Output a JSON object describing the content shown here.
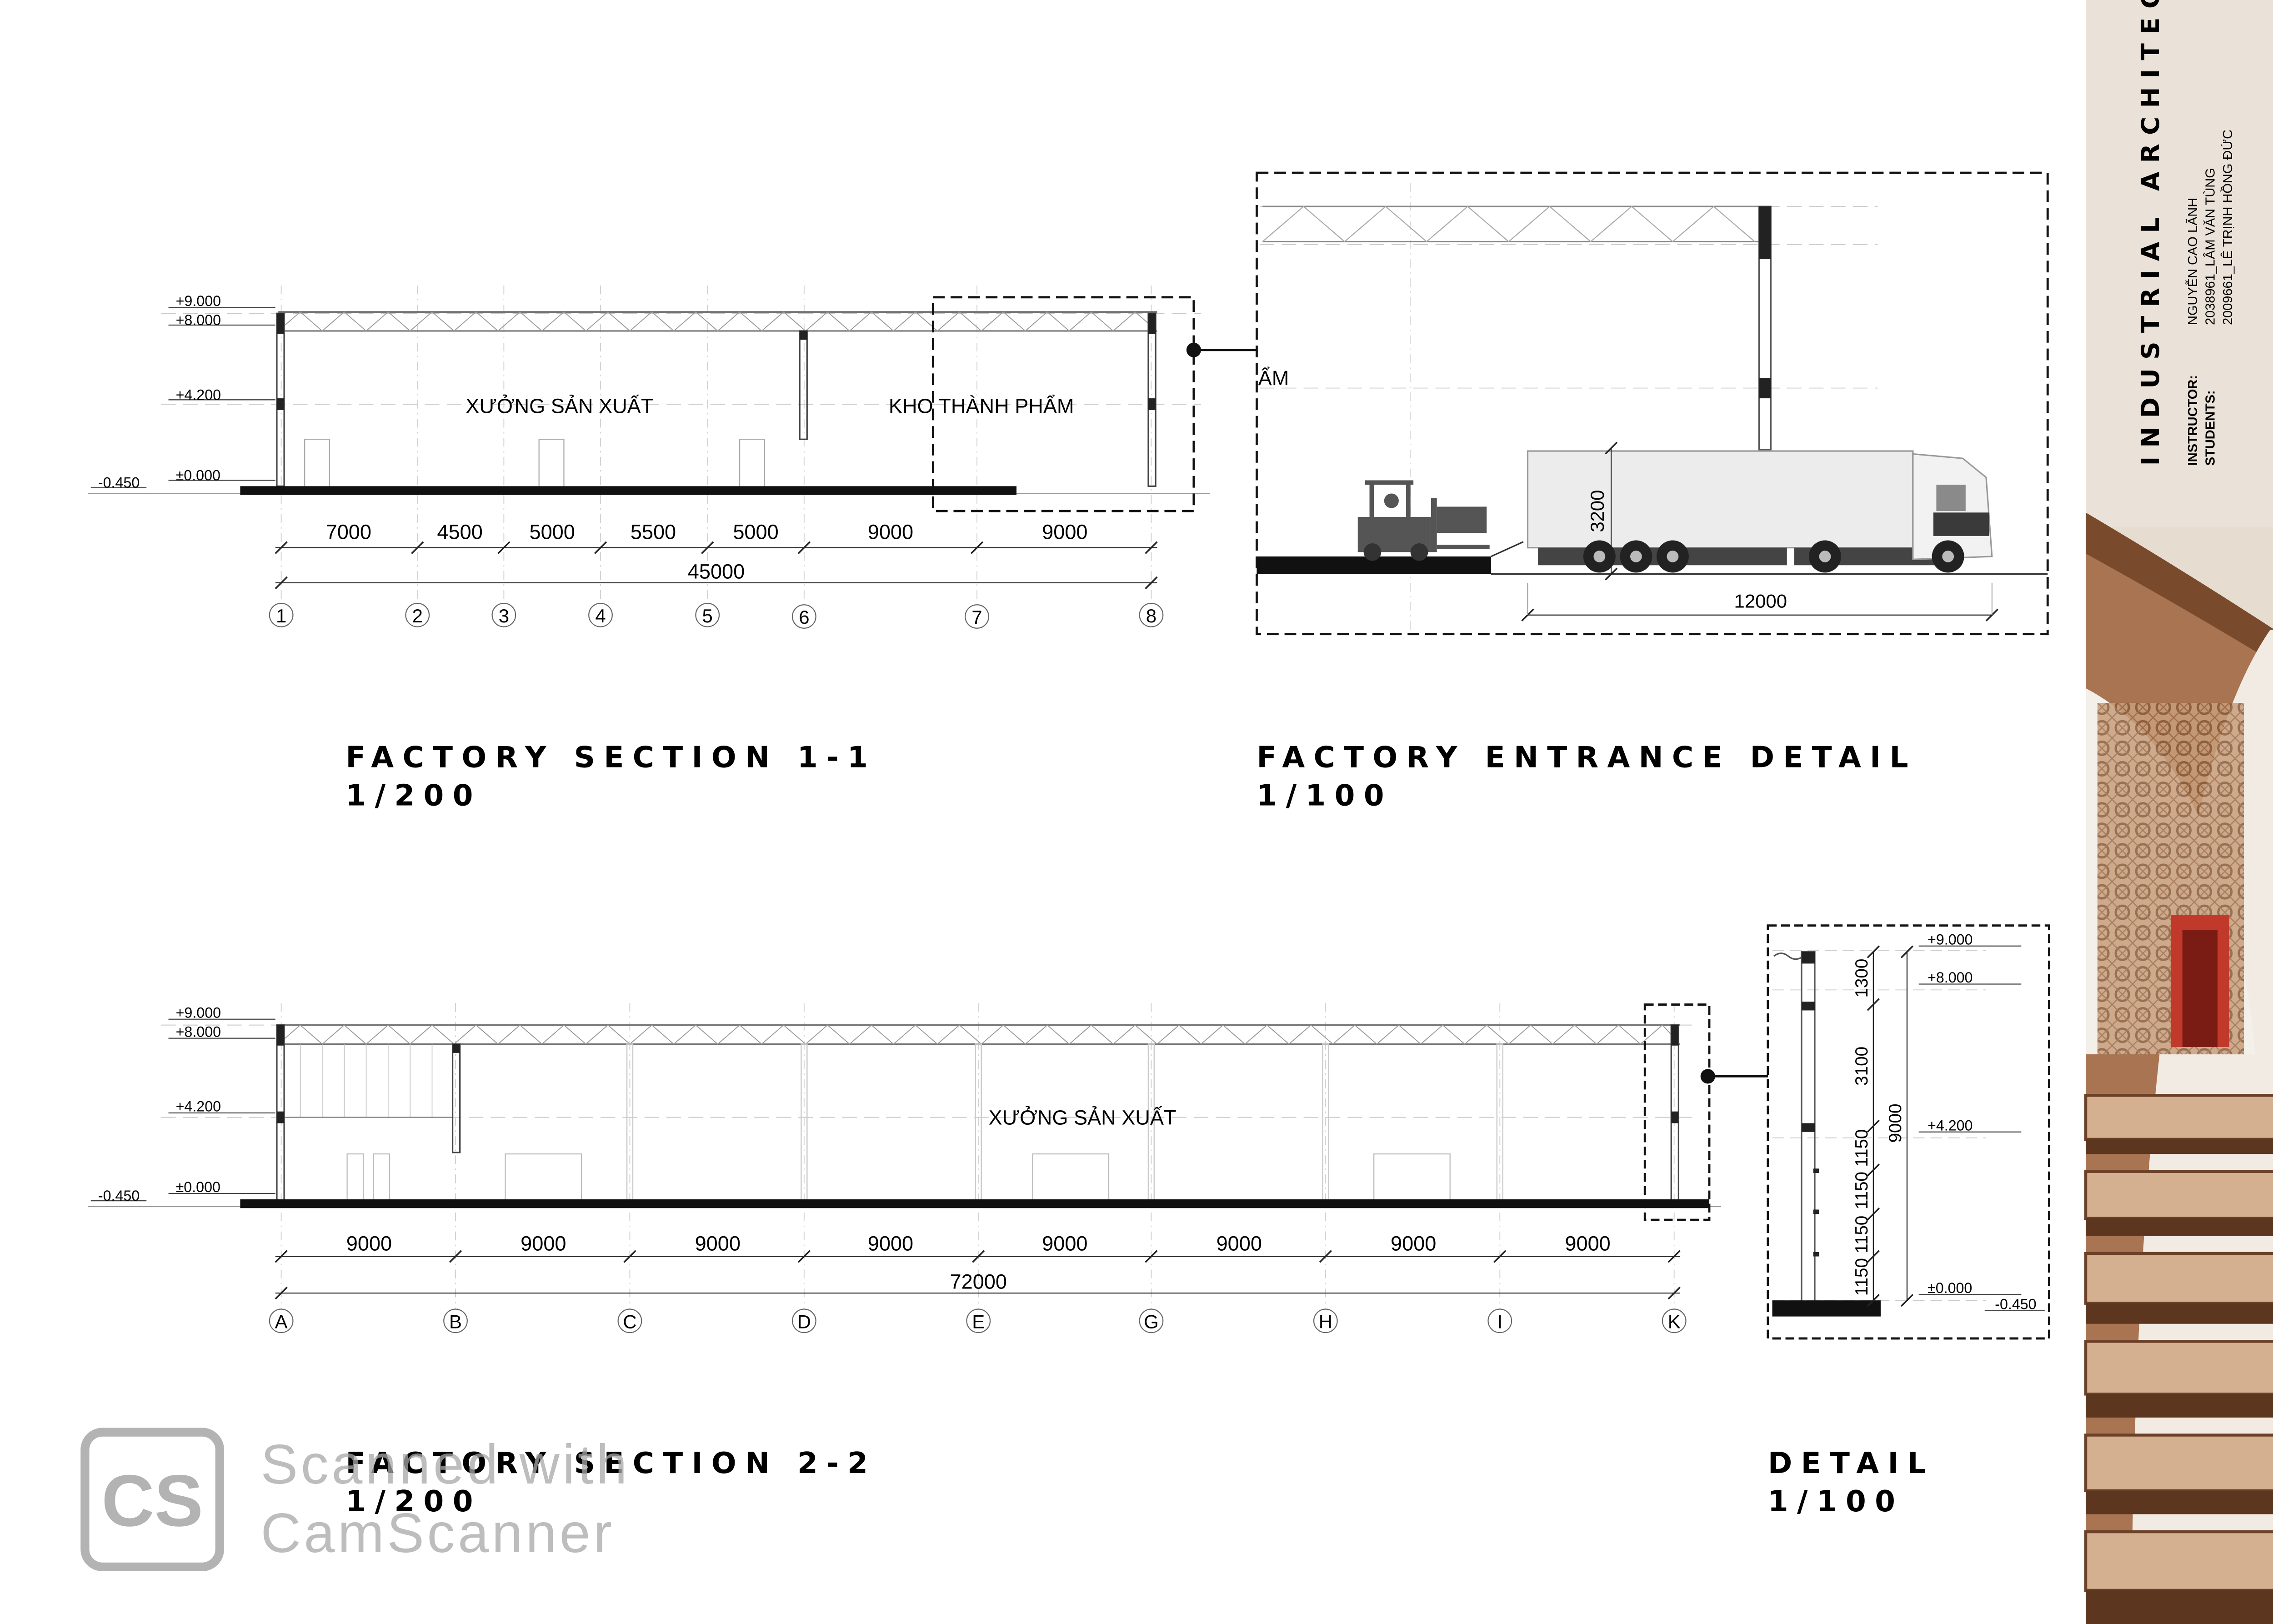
{
  "side_panel": {
    "title": "INDUSTRIAL ARCHITECTURE",
    "instructor_label": "INSTRUCTOR:",
    "students_label": "STUDENTS:",
    "instructor": "NGUYỄN CAO LÃNH",
    "student_1": "2038961_LÂM VĂN TÙNG",
    "student_2": "2009661_LÊ TRỊNH HỒNG ĐỨC"
  },
  "section_1": {
    "title": "FACTORY SECTION 1-1",
    "scale": "1/200",
    "room_1": "XƯỞNG SẢN XUẤT",
    "room_2": "KHO THÀNH PHẨM",
    "levels": [
      "+9.000",
      "+8.000",
      "+4.200",
      "±0.000",
      "-0.450"
    ],
    "spans": [
      "7000",
      "4500",
      "5000",
      "5500",
      "5000",
      "9000",
      "9000"
    ],
    "total": "45000",
    "axes": [
      "1",
      "2",
      "3",
      "4",
      "5",
      "6",
      "7",
      "8"
    ]
  },
  "entrance": {
    "title": "FACTORY ENTRANCE DETAIL",
    "scale": "1/100",
    "room_fragment": "ẨM",
    "truck_height": "3200",
    "truck_length": "12000"
  },
  "section_2": {
    "title": "FACTORY SECTION 2-2",
    "scale": "1/200",
    "room": "XƯỞNG SẢN XUẤT",
    "levels": [
      "+9.000",
      "+8.000",
      "+4.200",
      "±0.000",
      "-0.450"
    ],
    "spans": [
      "9000",
      "9000",
      "9000",
      "9000",
      "9000",
      "9000",
      "9000",
      "9000"
    ],
    "total": "72000",
    "axes": [
      "A",
      "B",
      "C",
      "D",
      "E",
      "G",
      "H",
      "I",
      "K"
    ]
  },
  "detail": {
    "title": "DETAIL",
    "scale": "1/100",
    "levels": [
      "+9.000",
      "+8.000",
      "+4.200",
      "±0.000",
      "-0.450"
    ],
    "dims": [
      "1300",
      "3100",
      "1150",
      "1150",
      "1150",
      "1150"
    ],
    "total": "9000"
  },
  "watermark": {
    "logo": "CS",
    "line_1": "Scanned with",
    "line_2": "CamScanner"
  }
}
